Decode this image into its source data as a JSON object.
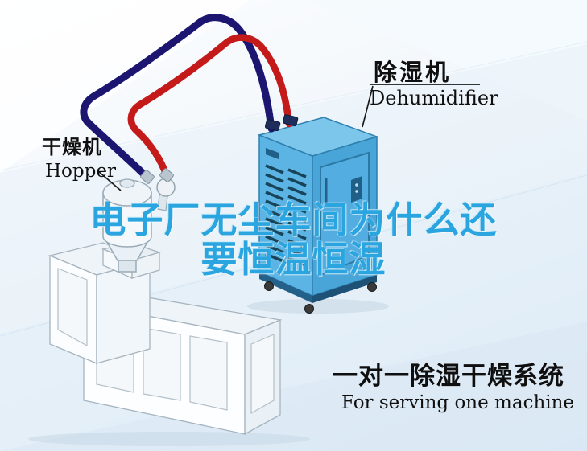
{
  "labels": {
    "dehumidifier": {
      "cn": "除湿机",
      "en": "Dehumidifier"
    },
    "hopper": {
      "cn": "干燥机",
      "en": "Hopper"
    }
  },
  "watermark": {
    "line1": "电子厂无尘车间为什么还",
    "line2": "要恒温恒湿"
  },
  "caption": {
    "cn": "一对一除湿干燥系统",
    "en": "For serving one machine"
  },
  "colors": {
    "watermark_blue": "#2aa5e0",
    "pipe_red": "#c41a1a",
    "pipe_navy": "#1c1670",
    "machine_blue_top": "#7cc6ec",
    "machine_blue_front": "#5bb4e4",
    "machine_blue_side": "#49a5d8",
    "label_text": "#0f0f0f"
  }
}
